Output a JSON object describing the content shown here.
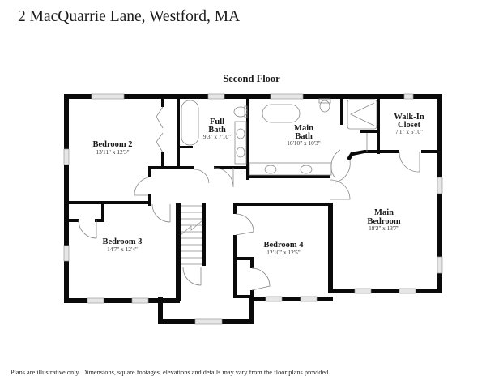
{
  "header": {
    "title": "2 MacQuarrie Lane, Westford, MA"
  },
  "plan": {
    "floor_label": "Second Floor",
    "colors": {
      "wall": "#0a0a0a",
      "fixture": "#8a8a8a",
      "window": "#bdbdbd",
      "background": "#ffffff"
    },
    "rooms": [
      {
        "name": "Bedroom 2",
        "dimensions": "13'11\" x 12'3\""
      },
      {
        "name_line1": "Full",
        "name_line2": "Bath",
        "dimensions": "9'3\" x 7'10\""
      },
      {
        "name_line1": "Main",
        "name_line2": "Bath",
        "dimensions": "16'10\" x 10'3\""
      },
      {
        "name_line1": "Walk-In",
        "name_line2": "Closet",
        "dimensions": "7'1\" x 6'10\""
      },
      {
        "name_line1": "Main",
        "name_line2": "Bedroom",
        "dimensions": "18'2\" x 13'7\""
      },
      {
        "name": "Bedroom 3",
        "dimensions": "14'7\" x 12'4\""
      },
      {
        "name": "Bedroom 4",
        "dimensions": "12'10\" x 12'5\""
      }
    ]
  },
  "footer": {
    "disclaimer": "Plans are illustrative only. Dimensions, square footages, elevations and details may vary from the floor plans provided."
  }
}
